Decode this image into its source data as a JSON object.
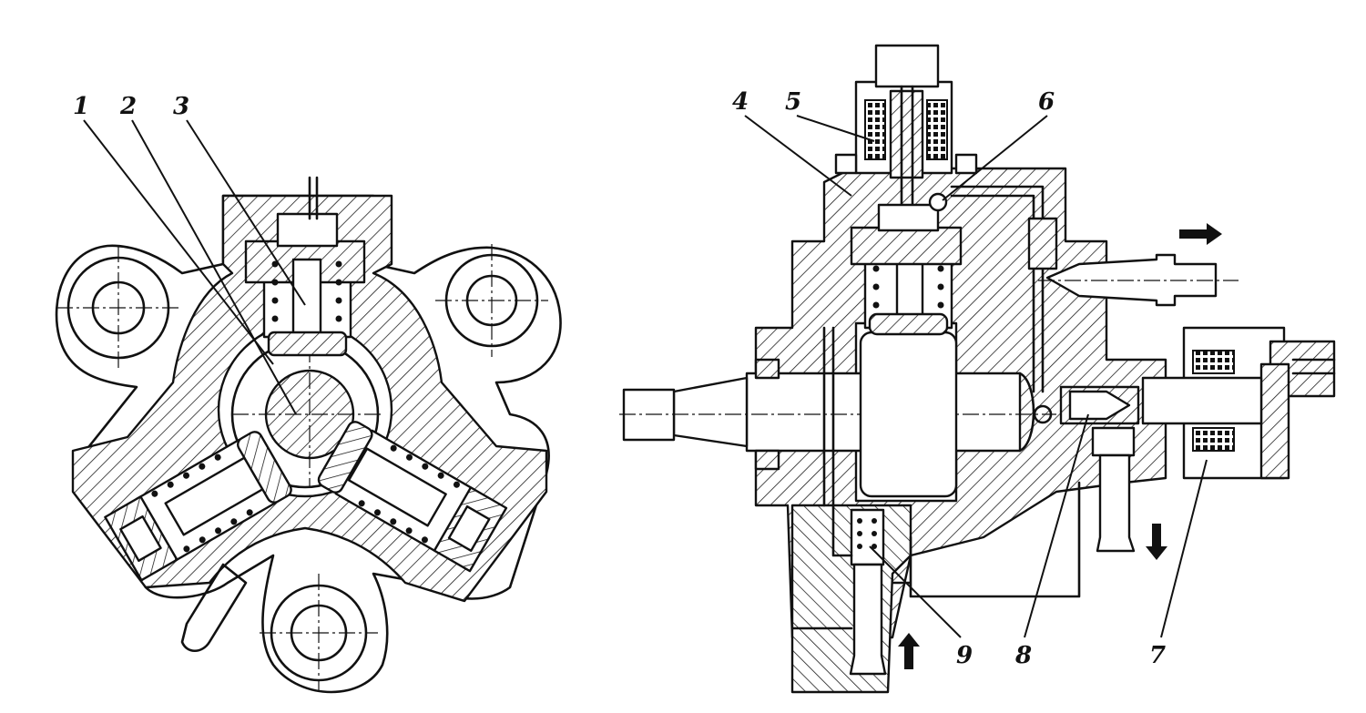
{
  "diagram": {
    "labels": [
      {
        "id": "1",
        "text": "1"
      },
      {
        "id": "2",
        "text": "2"
      },
      {
        "id": "3",
        "text": "3"
      },
      {
        "id": "4",
        "text": "4"
      },
      {
        "id": "5",
        "text": "5"
      },
      {
        "id": "6",
        "text": "6"
      },
      {
        "id": "7",
        "text": "7"
      },
      {
        "id": "8",
        "text": "8"
      },
      {
        "id": "9",
        "text": "9"
      }
    ],
    "colors": {
      "ink": "#111111",
      "paper": "#ffffff"
    }
  }
}
